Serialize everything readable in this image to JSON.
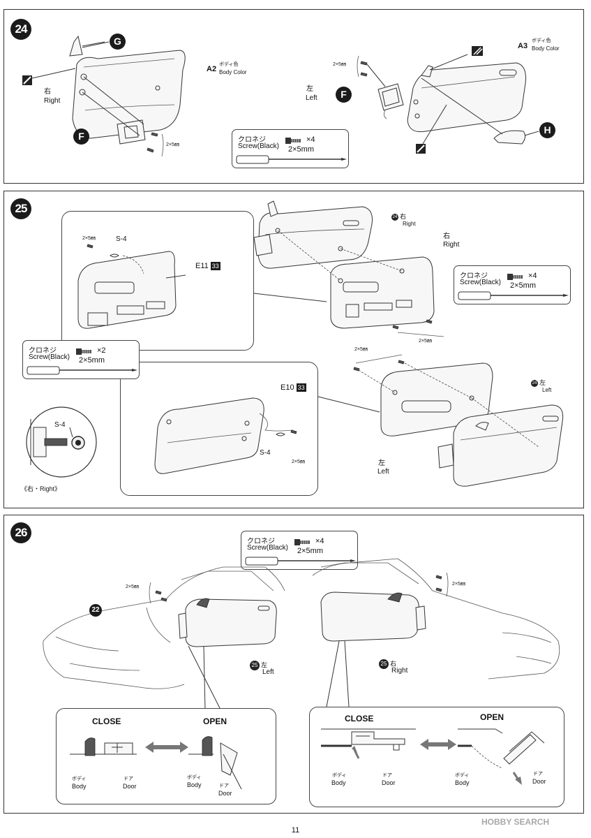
{
  "steps": {
    "s24": {
      "number": "24",
      "parts": {
        "G": "G",
        "F": "F",
        "H": "H",
        "right_part_code": "A2",
        "left_part_code": "A3",
        "body_color_jp": "ボディ色",
        "body_color_en": "Body Color"
      },
      "right_jp": "右",
      "right_en": "Right",
      "left_jp": "左",
      "left_en": "Left",
      "screw_spec_right": "2×5㎜",
      "screw_spec_left": "2×5㎜",
      "screwbox": {
        "title_jp": "クロネジ",
        "title_en": "Screw(Black)",
        "qty": "×4",
        "size": "2×5mm"
      }
    },
    "s25": {
      "number": "25",
      "ref_right_num": "24",
      "ref_right_jp": "右",
      "ref_right_en": "Right",
      "right_jp": "右",
      "right_en": "Right",
      "ref_left_num": "24",
      "ref_left_jp": "左",
      "ref_left_en": "Left",
      "left_jp": "左",
      "left_en": "Left",
      "e11": "E11",
      "e11_num": "33",
      "e10": "E10",
      "e10_num": "33",
      "s4_a": "S-4",
      "s4_b": "S-4",
      "s4_c": "S-4",
      "screw_a": "2×5㎜",
      "screw_b": "2×5㎜",
      "screw_c": "2×5㎜",
      "screw_d": "2×5㎜",
      "detail_caption": "《右・Right》",
      "screwbox_right": {
        "title_jp": "クロネジ",
        "title_en": "Screw(Black)",
        "qty": "×4",
        "size": "2×5mm"
      },
      "screwbox_left": {
        "title_jp": "クロネジ",
        "title_en": "Screw(Black)",
        "qty": "×2",
        "size": "2×5mm"
      }
    },
    "s26": {
      "number": "26",
      "ref_body": "22",
      "ref_left_num": "25",
      "ref_left_jp": "左",
      "ref_left_en": "Left",
      "ref_right_num": "25",
      "ref_right_jp": "右",
      "ref_right_en": "Right",
      "screw_left": "2×5㎜",
      "screw_right": "2×5㎜",
      "screwbox": {
        "title_jp": "クロネジ",
        "title_en": "Screw(Black)",
        "qty": "×4",
        "size": "2×5mm"
      },
      "detail_left": {
        "close": "CLOSE",
        "open": "OPEN",
        "body_jp": "ボディ",
        "body_en": "Body",
        "door_jp": "ドア",
        "door_en": "Door",
        "body_jp2": "ボディ",
        "body_en2": "Body",
        "door_jp2": "ドア",
        "door_en2": "Door"
      },
      "detail_right": {
        "close": "CLOSE",
        "open": "OPEN",
        "body_jp": "ボディ",
        "body_en": "Body",
        "door_jp": "ドア",
        "door_en": "Door",
        "body_jp2": "ボディ",
        "body_en2": "Body",
        "door_jp2": "ドア",
        "door_en2": "Door"
      }
    }
  },
  "footer": {
    "page_number": "11",
    "watermark": "HOBBY SEARCH"
  }
}
